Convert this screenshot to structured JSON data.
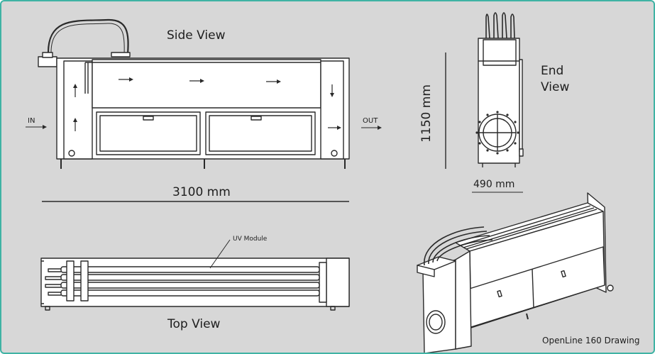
{
  "labels": {
    "side_view": "Side View",
    "top_view": "Top View",
    "end_view_line1": "End",
    "end_view_line2": "View",
    "width_dim": "3100 mm",
    "height_dim": "1150 mm",
    "depth_dim": "490 mm",
    "inlet": "IN",
    "outlet": "OUT",
    "uv_module": "UV Module",
    "caption": "OpenLine 160 Drawing"
  },
  "colors": {
    "frame_border": "#3fb3a4",
    "background": "#d7d7d7",
    "line": "#2a2a2a",
    "fill": "#ffffff"
  }
}
